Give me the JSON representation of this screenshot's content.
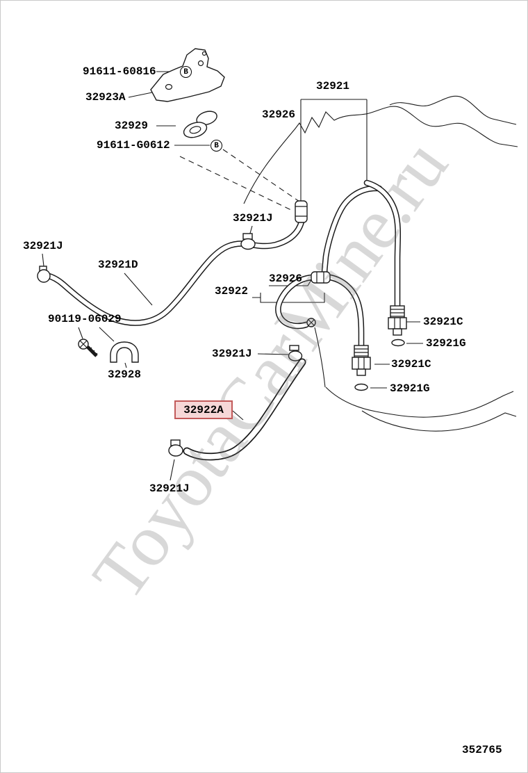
{
  "watermark": "ToyotaCarMine.ru",
  "diagram_number": "352765",
  "marker": "B",
  "highlight": {
    "border": "#c25a5a",
    "fill": "#f6d7d7"
  },
  "parts": {
    "bolt_bracket": "91611-60816",
    "bracket": "32923A",
    "collar": "32929",
    "bolt_protector": "91611-G0612",
    "tube_assy": "32921",
    "hose_upper": "32926",
    "hose_mid": "32926",
    "clip_mid": "32921J",
    "clip_left": "32921J",
    "clip_center": "32921J",
    "clip_bottom": "32921J",
    "hose_d": "32921D",
    "tube_sub": "32922",
    "hose_a": "32922A",
    "bolt_clamp": "90119-06029",
    "clamp": "32928",
    "union_right": "32921C",
    "union_lower": "32921C",
    "gasket_right": "32921G",
    "gasket_lower": "32921G"
  }
}
